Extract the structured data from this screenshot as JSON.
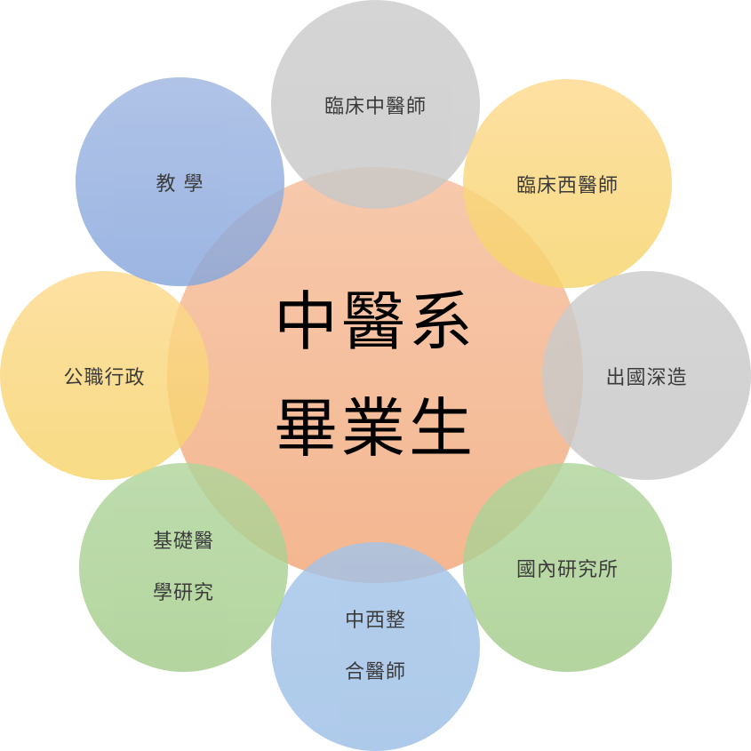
{
  "center": {
    "line1": "中醫系",
    "line2": "畢業生",
    "color": "#f4b48c"
  },
  "outcomes": [
    {
      "id": "clinical-tcm",
      "label": "臨床中醫師",
      "color": "#c9c9c9"
    },
    {
      "id": "clinical-western",
      "label": "臨床西醫師",
      "color": "#fdd77d"
    },
    {
      "id": "study-abroad",
      "label": "出國深造",
      "color": "#c9c9c9"
    },
    {
      "id": "domestic-grad",
      "label": "國內研究所",
      "color": "#acd192"
    },
    {
      "id": "integrated",
      "lines": [
        "中西整",
        "合醫師"
      ],
      "color": "#a0c0e7"
    },
    {
      "id": "basic-research",
      "lines": [
        "基礎醫",
        "學研究"
      ],
      "color": "#acd192"
    },
    {
      "id": "civil-service",
      "label": "公職行政",
      "color": "#fdd77d"
    },
    {
      "id": "teaching",
      "label": "教 學",
      "color": "#90acdf"
    }
  ]
}
